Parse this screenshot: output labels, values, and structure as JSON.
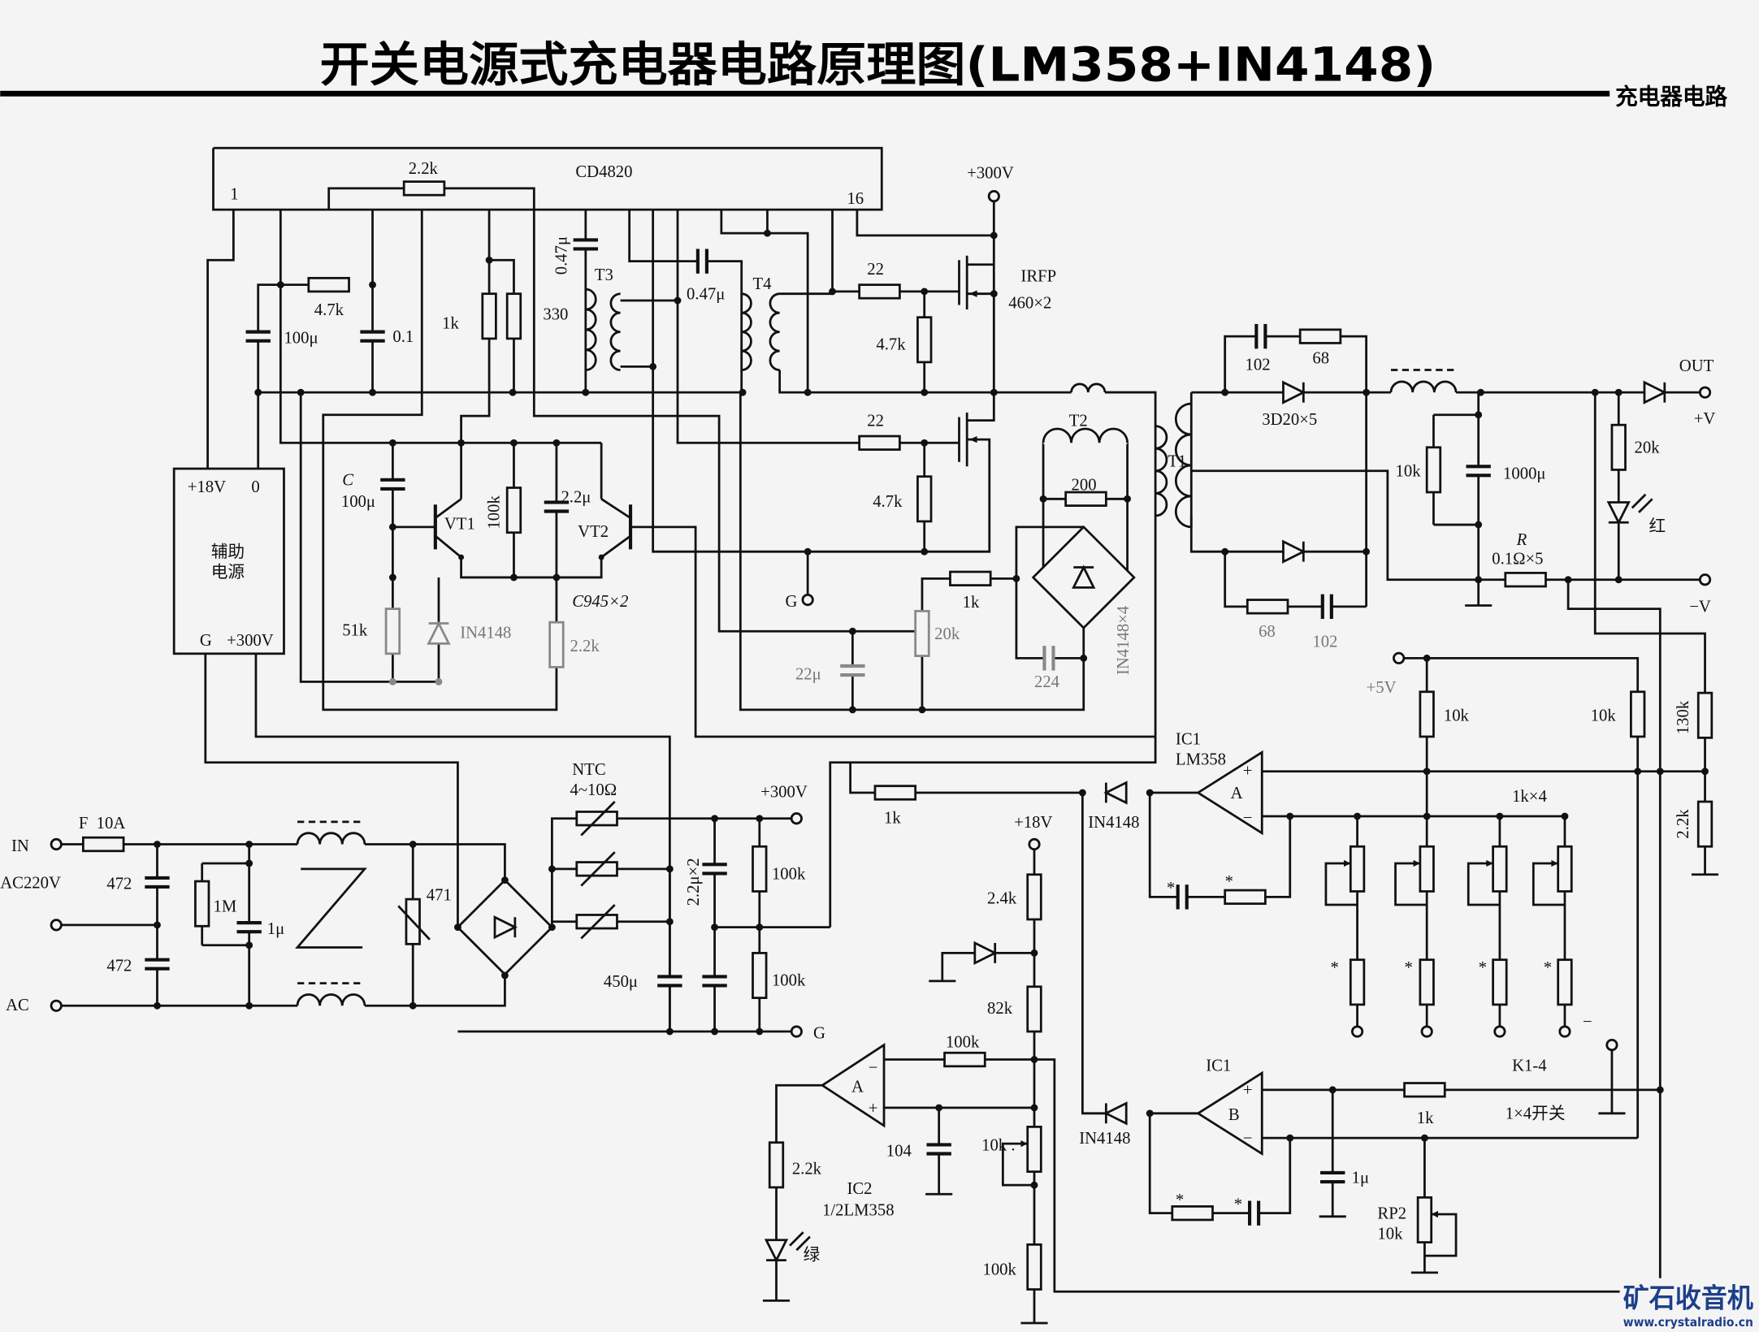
{
  "header": {
    "title": "开关电源式充电器电路原理图(LM358+IN4148)",
    "tag": "充电器电路"
  },
  "watermark": {
    "name": "矿石收音机",
    "url": "www.crystalradio.cn",
    "color": "#1c3f8a"
  },
  "control": {
    "ic": "CD4820",
    "pin1": "1",
    "pin16": "16",
    "r_top": "2.2k",
    "r47": "4.7k",
    "c100u": "100μ",
    "c01": "0.1",
    "r1k": "1k",
    "c047a": "0.47μ",
    "t3": "T3",
    "r330": "330",
    "c047b": "0.47μ",
    "t4": "T4",
    "r22a": "22",
    "r47a": "4.7k",
    "v300": "+300V",
    "mos": "IRFP",
    "mos_n": "460×2",
    "r22b": "22",
    "r47b": "4.7k",
    "t2": "T2",
    "r200": "200",
    "r1k_b": "1k",
    "pot20k": "20k",
    "c22u": "22μ",
    "c224": "224",
    "bridge": "IN4148×4",
    "g": "G",
    "c_label": "C",
    "c_val": "100μ",
    "vt1": "VT1",
    "r100k": "100k",
    "c22": "2.2μ",
    "vt2": "VT2",
    "trans": "C945×2",
    "r51k": "51k",
    "d": "IN4148",
    "r22k": "2.2k"
  },
  "aux_supply": {
    "p18": "+18V",
    "zero": "0",
    "name1": "辅助",
    "name2": "电源",
    "g": "G",
    "p300": "+300V"
  },
  "output": {
    "t1": "T1",
    "c102a": "102",
    "r68a": "68",
    "diodes": "3D20×5",
    "out": "OUT",
    "pv": "+V",
    "r10k": "10k",
    "c1000": "1000μ",
    "r20k": "20k",
    "led": "红",
    "r": "R",
    "rval": "0.1Ω×5",
    "nv": "−V",
    "r68b": "68",
    "c102b": "102"
  },
  "comparator": {
    "p5v": "+5V",
    "r10ka": "10k",
    "r10kb": "10k",
    "r130k": "130k",
    "ic1": "IC1",
    "lm358": "LM358",
    "r1kx4": "1k×4",
    "r22k": "2.2k",
    "a": "A",
    "b": "B",
    "plus": "+",
    "minus": "−",
    "star": "*",
    "r1k": "1k",
    "d1": "IN4148",
    "ic1b": "IC1",
    "k": "K1-4",
    "d2": "IN4148",
    "r1kb": "1k",
    "sw": "1×4开关",
    "c1u": "1μ",
    "rp2": "RP2",
    "rp2v": "10k"
  },
  "input": {
    "ntc": "NTC",
    "ntc_v": "4~10Ω",
    "v300": "+300V",
    "fuse": "F  10A",
    "in": "IN",
    "ac220": "AC220V",
    "c472a": "472",
    "c472b": "472",
    "ac": "AC",
    "r1m": "1M",
    "c1u": "1μ",
    "var": "471",
    "c22x2": "2.2μ×2",
    "r100ka": "100k",
    "r100kb": "100k",
    "c450": "450μ",
    "g": "G"
  },
  "indicator": {
    "v18": "+18V",
    "r24k": "2.4k",
    "r82k": "82k",
    "r100k": "100k",
    "a": "A",
    "c104": "104",
    "pot10k": "10k .",
    "r22k": "2.2k",
    "ic2": "IC2",
    "ic2n": "1/2LM358",
    "led": "绿",
    "r100kb": "100k"
  }
}
